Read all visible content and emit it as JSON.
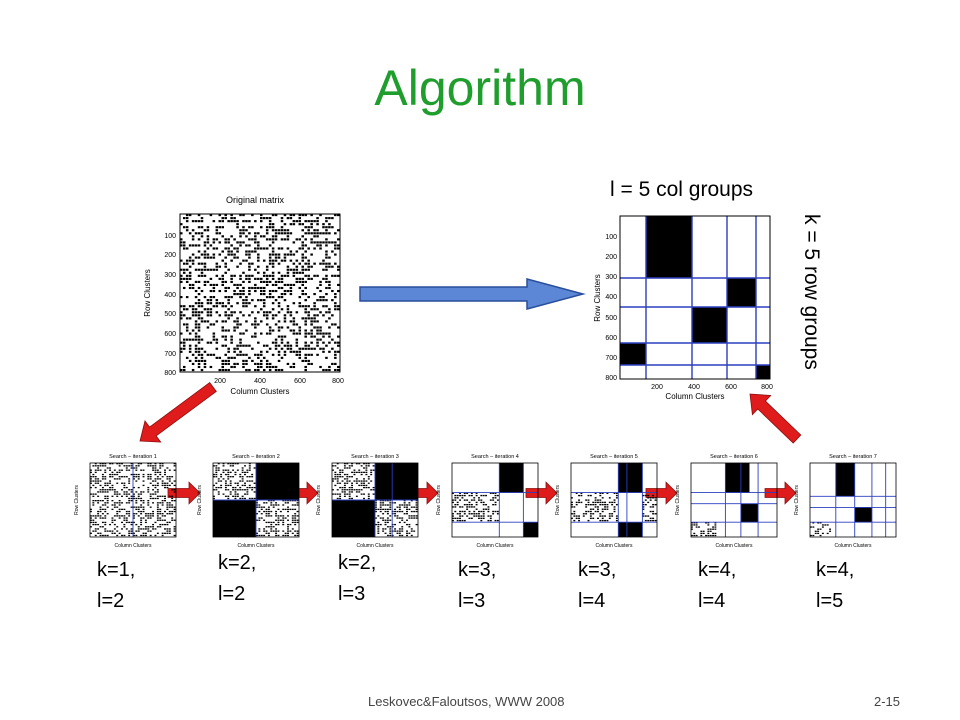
{
  "slide": {
    "title": "Algorithm",
    "title_color": "#1f9d2d",
    "col_groups_label": "l = 5 col groups",
    "row_groups_label": "k = 5 row groups",
    "footer_left": "Leskovec&Faloutsos, WWW 2008",
    "footer_right": "2-15"
  },
  "original_plot": {
    "title": "Original matrix",
    "xlabel": "Column Clusters",
    "ylabel": "Row Clusters",
    "yticks": [
      "100",
      "200",
      "300",
      "400",
      "500",
      "600",
      "700",
      "800"
    ],
    "xticks": [
      "200",
      "400",
      "600",
      "800"
    ]
  },
  "result_plot": {
    "xlabel": "Column Clusters",
    "ylabel": "Row Clusters",
    "yticks": [
      "100",
      "200",
      "300",
      "400",
      "500",
      "600",
      "700",
      "800"
    ],
    "xticks": [
      "200",
      "400",
      "600",
      "800"
    ]
  },
  "iterations": [
    {
      "title": "Search – iteration 1",
      "k_label": "k=1,",
      "l_label": "l=2",
      "k": 1,
      "l": 2
    },
    {
      "title": "Search – iteration 2",
      "k_label": "k=2,",
      "l_label": "l=2",
      "k": 2,
      "l": 2
    },
    {
      "title": "Search – iteration 3",
      "k_label": "k=2,",
      "l_label": "l=3",
      "k": 2,
      "l": 3
    },
    {
      "title": "Search – iteration 4",
      "k_label": "k=3,",
      "l_label": "l=3",
      "k": 3,
      "l": 3
    },
    {
      "title": "Search – iteration 5",
      "k_label": "k=3,",
      "l_label": "l=4",
      "k": 3,
      "l": 4
    },
    {
      "title": "Search – iteration 6",
      "k_label": "k=4,",
      "l_label": "l=4",
      "k": 4,
      "l": 4
    },
    {
      "title": "Search – iteration 7",
      "k_label": "k=4,",
      "l_label": "l=5",
      "k": 4,
      "l": 5
    }
  ],
  "colors": {
    "arrow_blue": "#5b87d6",
    "arrow_red": "#e01b1b",
    "grid_line": "#2c3fbf"
  }
}
